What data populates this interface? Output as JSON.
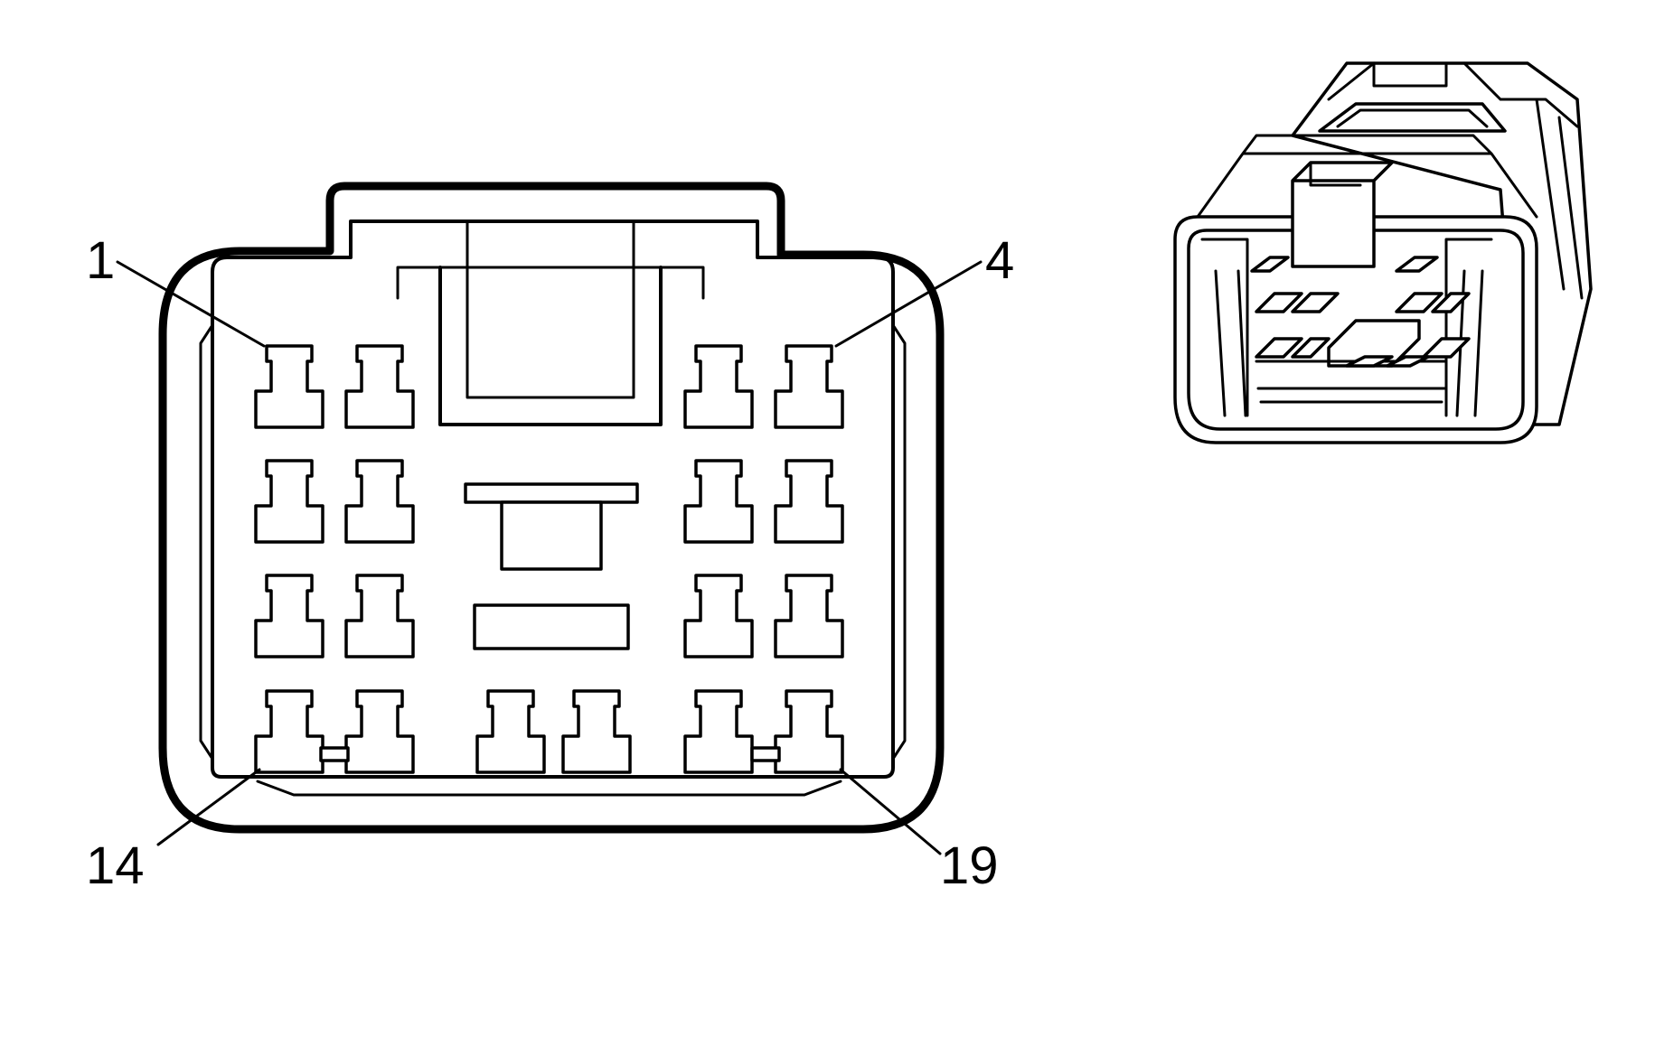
{
  "pin_labels": {
    "pin_1": "1",
    "pin_4": "4",
    "pin_14": "14",
    "pin_19": "19"
  },
  "colors": {
    "line": "#000000",
    "background": "#ffffff"
  }
}
